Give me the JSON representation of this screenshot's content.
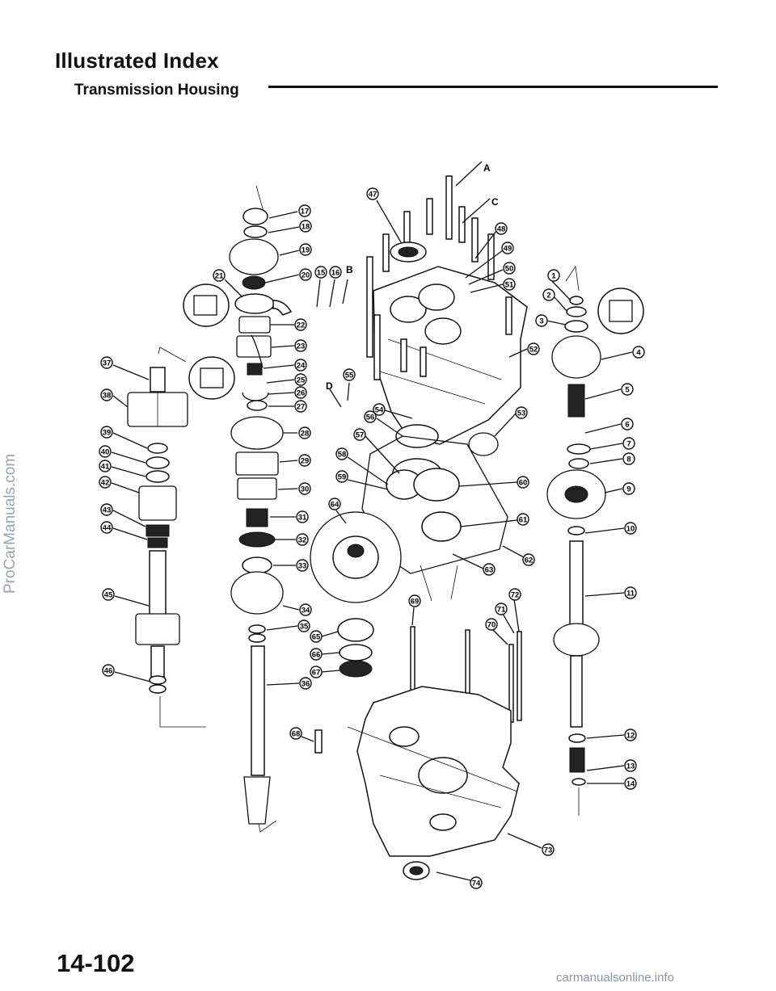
{
  "header": {
    "title": "Illustrated Index",
    "subtitle": "Transmission Housing"
  },
  "footer": {
    "page_number": "14-102",
    "watermark_left": "ProCarManuals.com",
    "watermark_bottom": "carmanualsonline.info"
  },
  "diagram": {
    "letters": [
      "A",
      "C",
      "B",
      "D"
    ],
    "callouts": [
      "1",
      "2",
      "3",
      "4",
      "5",
      "6",
      "7",
      "8",
      "9",
      "10",
      "11",
      "12",
      "13",
      "14",
      "15",
      "16",
      "17",
      "18",
      "19",
      "20",
      "21",
      "22",
      "23",
      "24",
      "25",
      "26",
      "27",
      "28",
      "29",
      "30",
      "31",
      "32",
      "33",
      "34",
      "35",
      "36",
      "37",
      "38",
      "39",
      "40",
      "41",
      "42",
      "43",
      "44",
      "45",
      "46",
      "47",
      "48",
      "49",
      "50",
      "51",
      "52",
      "53",
      "54",
      "55",
      "56",
      "57",
      "58",
      "59",
      "60",
      "61",
      "62",
      "63",
      "64",
      "65",
      "66",
      "67",
      "68",
      "69",
      "70",
      "71",
      "72",
      "73",
      "74"
    ]
  }
}
